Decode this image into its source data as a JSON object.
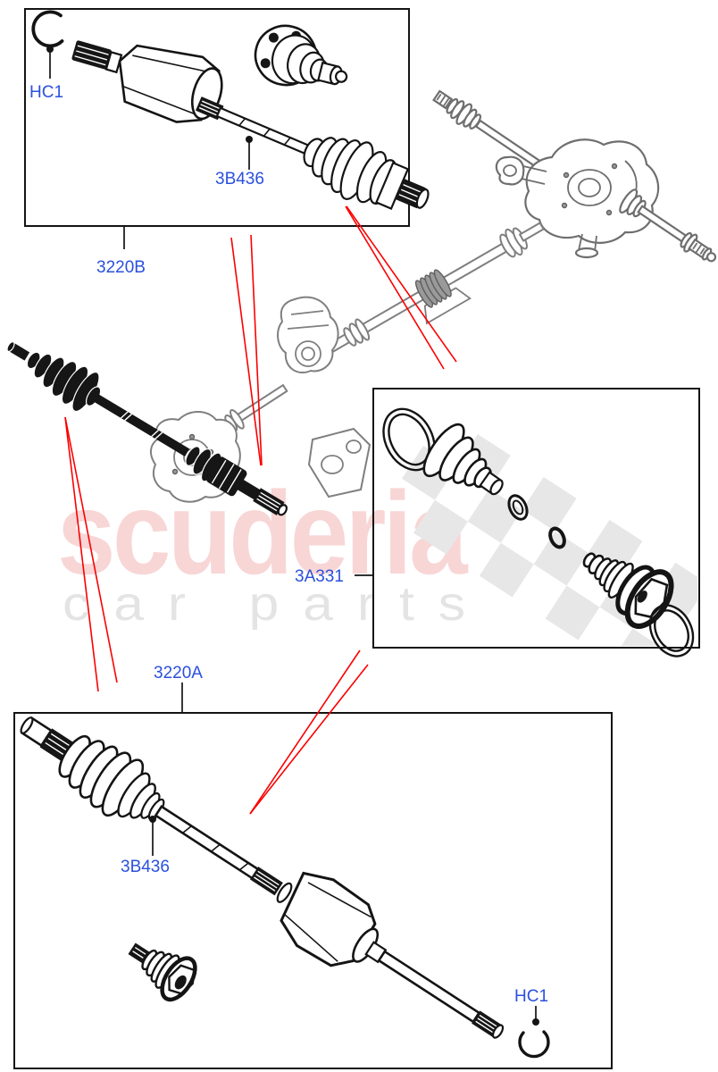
{
  "watermark": {
    "brand": "scuderia",
    "tagline": "car parts"
  },
  "callouts": {
    "hc1_top": "HC1",
    "shaft_top": "3B436",
    "box_top": "3220B",
    "boot_kit": "3A331",
    "box_bottom": "3220A",
    "shaft_bottom": "3B436",
    "hc1_bottom": "HC1"
  },
  "colors": {
    "label_blue": "#2b50dd",
    "leader_red": "#fb0000",
    "outline_black": "#141414",
    "driveline_gray": "#7f7f7f",
    "axle_gray": "#6e6e6e",
    "watermark_pink": "#f8d6d6",
    "watermark_text_gray": "#e4e4e4",
    "checker_gray": "#e7e7e7"
  }
}
